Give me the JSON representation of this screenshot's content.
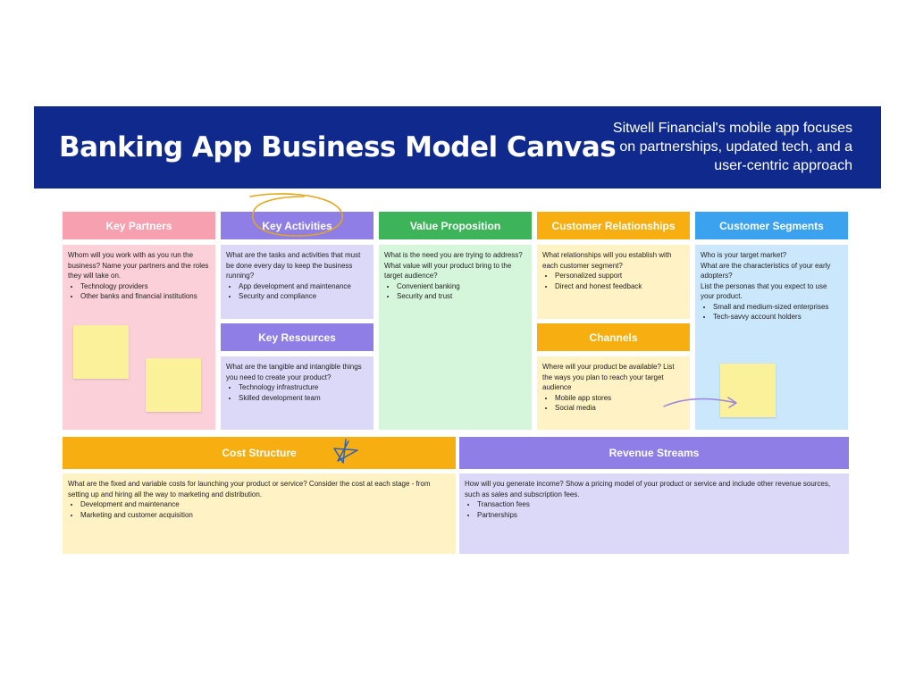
{
  "banner": {
    "title": "Banking App Business Model Canvas",
    "subtitle": "Sitwell Financial's mobile app focuses on partnerships, updated tech, and a user-centric approach"
  },
  "sections": {
    "key_partners": {
      "title": "Key Partners",
      "prompt": "Whom will you work with as you run the business? Name your partners and the roles they will take on.",
      "items": [
        "Technology providers",
        "Other banks and financial institutions"
      ]
    },
    "key_activities": {
      "title": "Key Activities",
      "prompt": "What are the tasks and activities that must be done every day to keep the business running?",
      "items": [
        "App development and maintenance",
        "Security and compliance"
      ]
    },
    "key_resources": {
      "title": "Key Resources",
      "prompt": "What are the tangible and intangible things you need to create your product?",
      "items": [
        "Technology infrastructure",
        "Skilled development team"
      ]
    },
    "value_proposition": {
      "title": "Value Proposition",
      "prompt": "What is the need you are trying to address? What value will your product bring to the target audience?",
      "items": [
        "Convenient banking",
        "Security and trust"
      ]
    },
    "customer_relationships": {
      "title": "Customer Relationships",
      "prompt": "What relationships will you establish with each customer segment?",
      "items": [
        "Personalized support",
        "Direct and honest feedback"
      ]
    },
    "channels": {
      "title": "Channels",
      "prompt": "Where will your product be available? List the ways you plan to reach your target audience",
      "items": [
        "Mobile app stores",
        "Social media"
      ]
    },
    "customer_segments": {
      "title": "Customer Segments",
      "prompt_1": "Who is your target market?",
      "prompt_2": "What are the characteristics of your early adopters?",
      "prompt_3": "List the personas that you expect to use your product.",
      "items": [
        "Small and medium-sized enterprises",
        "Tech-savvy account holders"
      ]
    },
    "cost_structure": {
      "title": "Cost Structure",
      "prompt": "What are the fixed and variable costs for launching your product or service? Consider the cost at each stage - from setting up and hiring all the way to marketing and distribution.",
      "items": [
        "Development and maintenance",
        "Marketing and customer acquisition"
      ]
    },
    "revenue_streams": {
      "title": "Revenue Streams",
      "prompt": "How will you generate income? Show a pricing model of your product or service and include other revenue sources, such as sales and subscription fees.",
      "items": [
        "Transaction fees",
        "Partnerships"
      ]
    }
  },
  "colors": {
    "banner": "#0f2a8c",
    "key_partners_header": "#f7a1b0",
    "key_partners_body": "#fbd0d8",
    "key_activities_header": "#8f7ee6",
    "key_activities_body": "#dcd9f8",
    "value_proposition_header": "#3db45a",
    "value_proposition_body": "#d6f6dc",
    "customer_relationships_header": "#f7ae10",
    "customer_relationships_body": "#fff2c4",
    "customer_segments_header": "#3aa2ee",
    "customer_segments_body": "#cbe7fc",
    "cost_structure_header": "#f7ae10",
    "cost_structure_body": "#fff2c4",
    "revenue_streams_header": "#8f7ee6",
    "revenue_streams_body": "#dcd9f8",
    "sticky_note": "#fbf19a"
  }
}
